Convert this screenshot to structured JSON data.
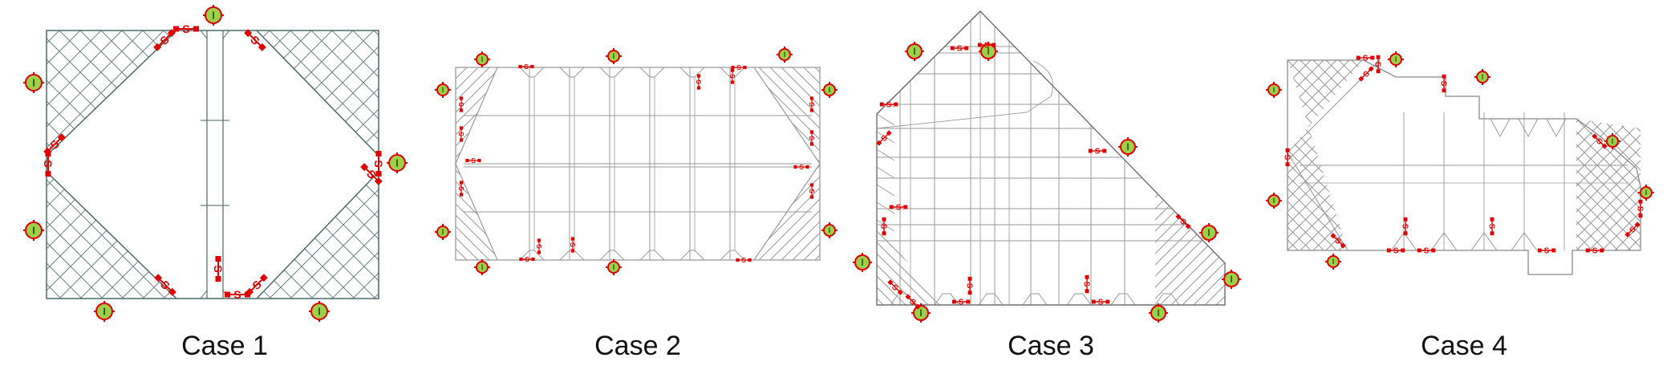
{
  "figure": {
    "cases": [
      {
        "id": "case1",
        "label": "Case 1"
      },
      {
        "id": "case2",
        "label": "Case 2"
      },
      {
        "id": "case3",
        "label": "Case 3"
      },
      {
        "id": "case4",
        "label": "Case 4"
      }
    ],
    "markers": {
      "inlet_symbol": "I",
      "sensor_symbol": "S"
    },
    "colors": {
      "outline": "#4a6a6a",
      "hatch": "#6f8585",
      "grid": "#9a9a9a",
      "sensor": "#e00000",
      "inlet_fill": "#9ccf4a",
      "inlet_ring": "#e00000"
    }
  }
}
